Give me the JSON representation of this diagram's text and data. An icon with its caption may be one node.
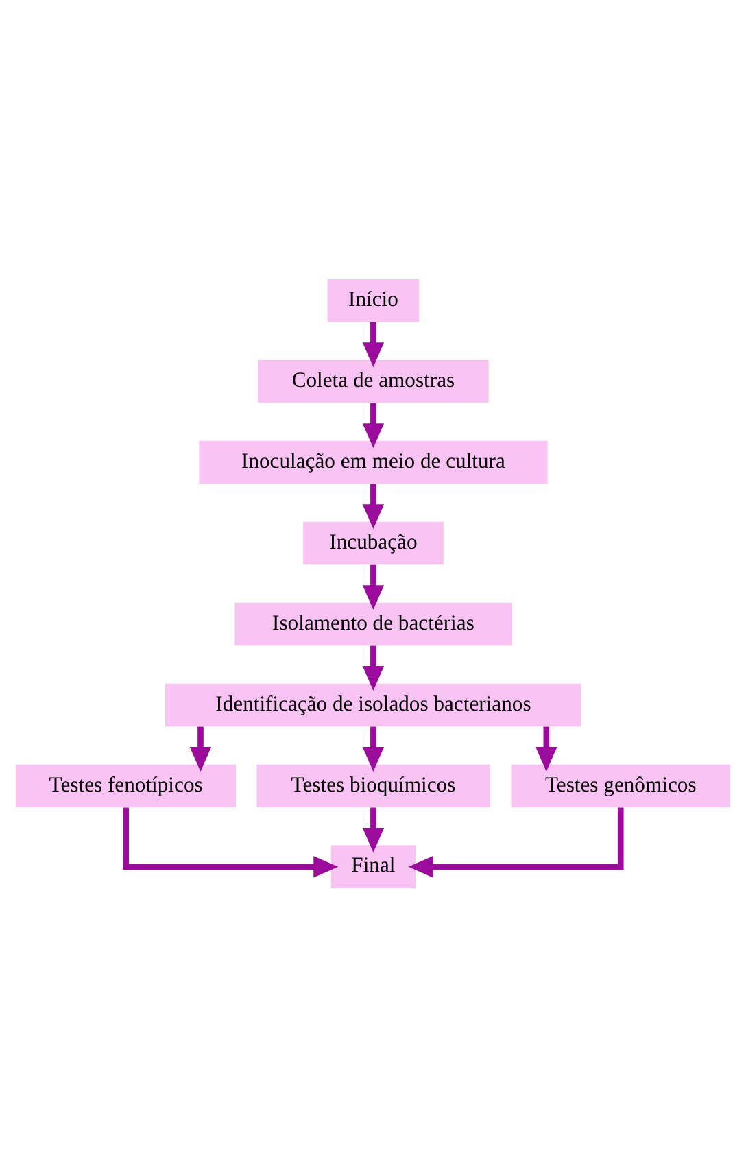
{
  "diagram": {
    "nodes": [
      {
        "text": [
          "Início"
        ]
      },
      {
        "text": [
          "Coleta de amostras"
        ]
      },
      {
        "text": [
          "Inoculação em meio de cultura"
        ]
      },
      {
        "text": [
          "Incubação"
        ]
      },
      {
        "text": [
          "Isolamento de bactérias"
        ]
      },
      {
        "text": [
          "Identificação de isolados bacterianos"
        ]
      },
      {
        "text": [
          "Testes fenotípicos"
        ]
      },
      {
        "text": [
          "Testes bioquímicos"
        ]
      },
      {
        "text": [
          "Testes genômicos"
        ]
      },
      {
        "text": [
          "Final"
        ]
      }
    ],
    "edges": [
      {
        "from": 0,
        "to": 1,
        "arrow": "to"
      },
      {
        "from": 1,
        "to": 2,
        "arrow": "to"
      },
      {
        "from": 2,
        "to": 3,
        "arrow": "to"
      },
      {
        "from": 3,
        "to": 4,
        "arrow": "to"
      },
      {
        "from": 4,
        "to": 5,
        "arrow": "to"
      },
      {
        "from": 5,
        "to": 6,
        "arrow": "to"
      },
      {
        "from": 5,
        "to": 7,
        "arrow": "to"
      },
      {
        "from": 5,
        "to": 8,
        "arrow": "to"
      },
      {
        "from": 6,
        "to": 9,
        "arrow": "to"
      },
      {
        "from": 7,
        "to": 9,
        "arrow": "to"
      },
      {
        "from": 8,
        "to": 9,
        "arrow": "to"
      }
    ]
  }
}
